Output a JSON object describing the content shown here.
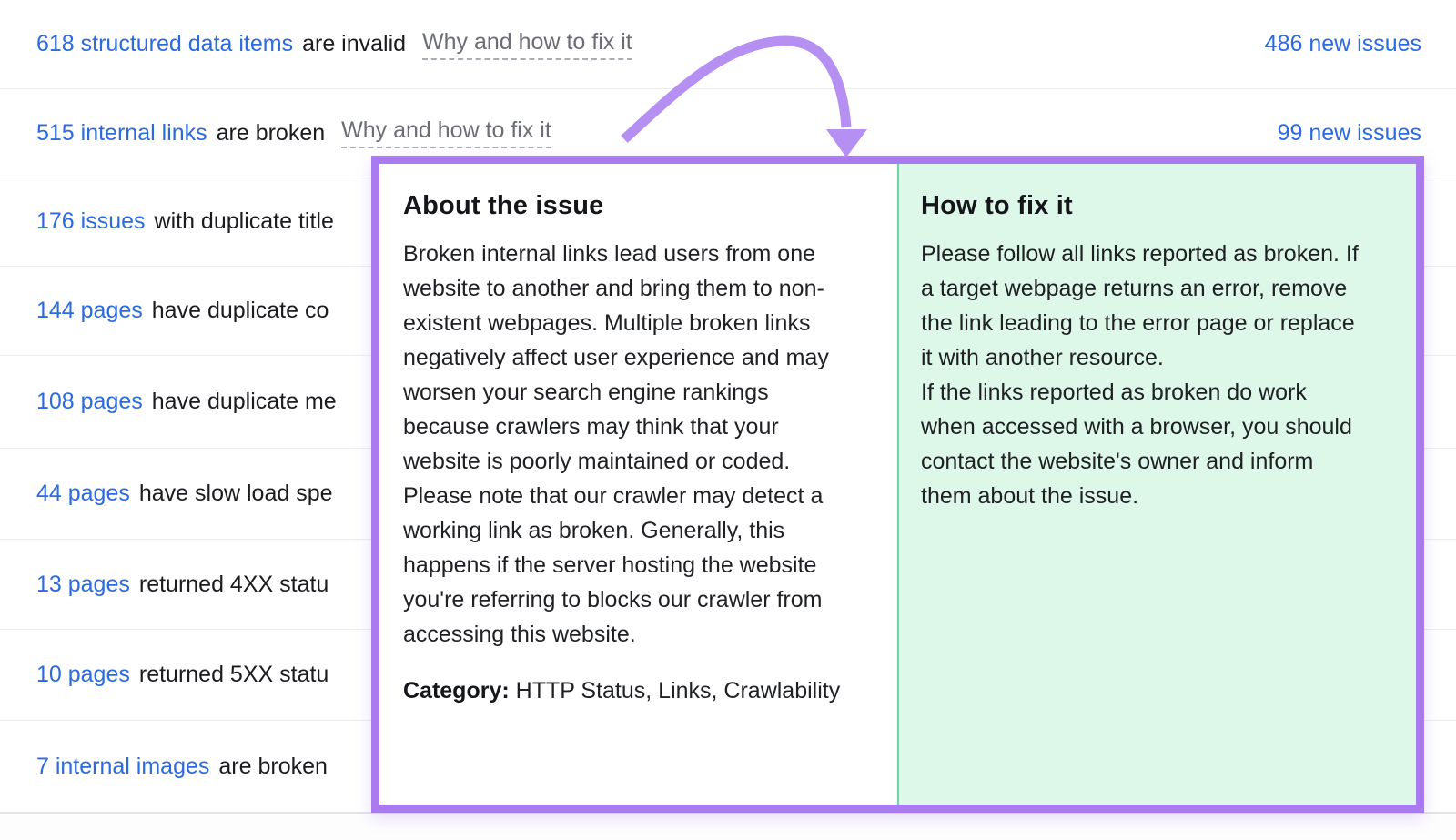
{
  "issues_list": {
    "rows": [
      {
        "count_link": "618 structured data items",
        "rest": "are invalid",
        "fix_link": "Why and how to fix it",
        "new_issues": "486 new issues"
      },
      {
        "count_link": "515 internal links",
        "rest": "are broken",
        "fix_link": "Why and how to fix it",
        "new_issues": "99 new issues"
      },
      {
        "count_link": "176 issues",
        "rest": "with duplicate title"
      },
      {
        "count_link": "144 pages",
        "rest": "have duplicate co"
      },
      {
        "count_link": "108 pages",
        "rest": "have duplicate me"
      },
      {
        "count_link": "44 pages",
        "rest": "have slow load spe"
      },
      {
        "count_link": "13 pages",
        "rest": "returned 4XX statu"
      },
      {
        "count_link": "10 pages",
        "rest": "returned 5XX statu"
      },
      {
        "count_link": "7 internal images",
        "rest": "are broken"
      }
    ]
  },
  "popup": {
    "about": {
      "title": "About the issue",
      "paragraph1": "Broken internal links lead users from one website to another and bring them to non-existent webpages. Multiple broken links negatively affect user experience and may worsen your search engine rankings because crawlers may think that your website is poorly maintained or coded.",
      "paragraph2": "Please note that our crawler may detect a working link as broken. Generally, this happens if the server hosting the website you're referring to blocks our crawler from accessing this website.",
      "category_label": "Category:",
      "category_value": " HTTP Status, Links, Crawlability"
    },
    "fix": {
      "title": "How to fix it",
      "paragraph1": "Please follow all links reported as broken. If a target webpage returns an error, remove the link leading to the error page or replace it with another resource.",
      "paragraph2": "If the links reported as broken do work when accessed with a browser, you should contact the website's owner and inform them about the issue."
    }
  },
  "colors": {
    "link_blue": "#2b6ae0",
    "text_dark": "#1b1c20",
    "muted_link_gray": "#6b6e74",
    "popup_border_purple": "#a87bee",
    "arrow_purple": "#b68ff2",
    "fix_panel_green_bg": "#ddf8e8",
    "panel_divider_green": "#70d3a3",
    "row_divider_gray": "#ebedf0"
  }
}
